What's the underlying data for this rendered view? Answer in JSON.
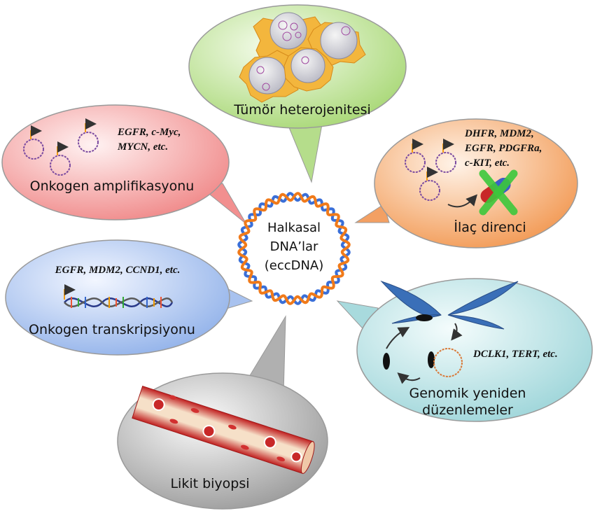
{
  "center": {
    "lines": [
      "Halkasal",
      "DNA’lar",
      "(eccDNA)"
    ],
    "colors": {
      "strand_a": "#3a6fd8",
      "strand_b": "#f07a1a"
    }
  },
  "bubbles": {
    "tumor": {
      "label": "Tümör heterojenitesi",
      "fill": "#c6e8a0"
    },
    "amplification": {
      "label": "Onkogen amplifikasyonu",
      "genes": [
        "EGFR, c-Myc,",
        "MYCN, etc."
      ],
      "fill": "#f5a7a7"
    },
    "drug": {
      "label": "İlaç direnci",
      "genes": [
        "DHFR, MDM2,",
        "EGFR, PDGFRa,",
        "c-KIT, etc."
      ],
      "fill": "#f6b27a"
    },
    "transcription": {
      "label": "Onkogen transkripsiyonu",
      "genes": [
        "EGFR, MDM2, CCND1, etc."
      ],
      "fill": "#b7cdf2"
    },
    "genomic": {
      "label_lines": [
        "Genomik yeniden",
        "düzenlemeler"
      ],
      "genes": [
        "DCLK1, TERT, etc."
      ],
      "fill": "#bfe6e8"
    },
    "biopsy": {
      "label": "Likit biyopsi",
      "fill": "#b8b8b8"
    }
  },
  "icons": [
    "circular-plasmid-icon",
    "promoter-arrow-icon",
    "tumor-cell-icon",
    "pill-capsule-icon",
    "cross-mark-icon",
    "dna-helix-icon",
    "chromosome-icon",
    "blood-vessel-icon"
  ]
}
